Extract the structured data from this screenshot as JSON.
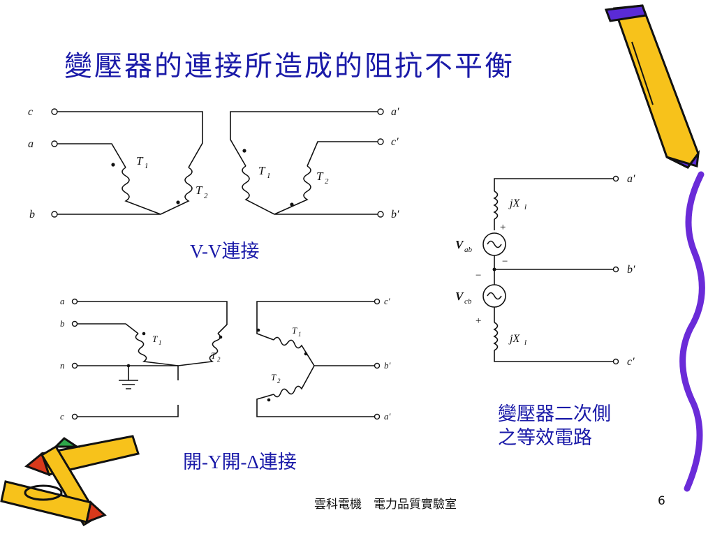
{
  "title": "變壓器的連接所造成的阻抗不平衡",
  "captions": {
    "vv": "V-V連接",
    "open": "開-Y開-Δ連接",
    "equiv_line1": "變壓器二次側",
    "equiv_line2": "之等效電路"
  },
  "footer": {
    "text": "雲科電機　電力品質實驗室",
    "page": "6"
  },
  "diagram_labels": {
    "c": "c",
    "a": "a",
    "b": "b",
    "n": "n",
    "ap": "a′",
    "bp": "b′",
    "cp": "c′",
    "T": "T",
    "sub1": "1",
    "sub2": "2",
    "jX": "jX",
    "l": "l",
    "V": "V",
    "ab": "ab",
    "cb": "cb",
    "plus": "+",
    "minus": "−"
  },
  "colors": {
    "title": "#1a1aa8",
    "pencil_body": "#f7c21b",
    "pencil_outline": "#111111",
    "pencil_tip_purple": "#5a2bd6",
    "squiggle": "#6a2bd8"
  }
}
